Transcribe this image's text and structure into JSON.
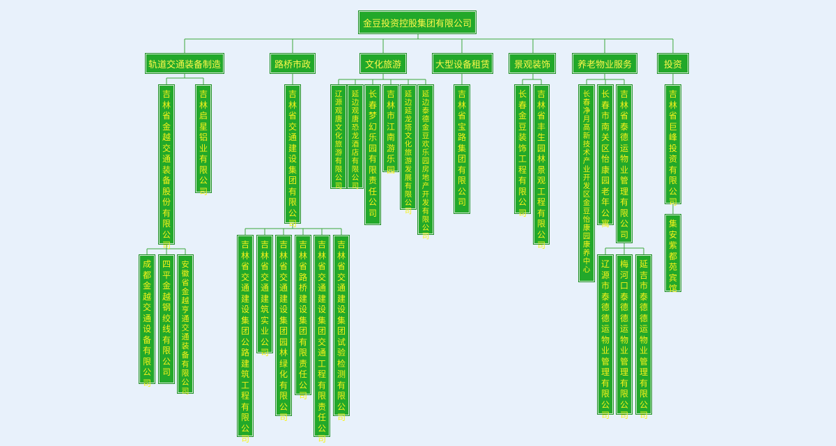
{
  "root": "金豆投资控股集团有限公司",
  "divisions": {
    "rail": "轨道交通装备制造",
    "bridge": "路桥市政",
    "tourism": "文化旅游",
    "equipment": "大型设备租赁",
    "landscape": "景观装饰",
    "elderly": "养老物业服务",
    "invest": "投资"
  },
  "companies": {
    "rail_jinyue": "吉林省金越交通装备股份有限公司",
    "rail_qixing": "吉林启星铝业有限公司",
    "rail_chengdu": "成都金越交通设备有限公司",
    "rail_siping": "四平金越钢绞线有限公司",
    "rail_anhui": "安徽省金越亨通交通装备有限公司",
    "bridge_group": "吉林省交通建设集团有限公司",
    "bridge_road": "吉林省交通建设集团公路建筑工程有限公司",
    "bridge_build": "吉林省交通建筑实业公司",
    "bridge_garden": "吉林省交通建设集团园林绿化有限公司",
    "bridge_lq": "吉林省路桥建设集团有限责任公司",
    "bridge_traffic": "吉林省交通建设集团交通工程有限责任公司",
    "bridge_test": "吉林省交通建设集团试验检测有限公司",
    "tour_liaoyuan": "辽源观唐文化旅游有限公司",
    "tour_yanbian_dragon": "延边观唐恐龙酒店有限公司",
    "tour_changchun": "长春梦幻乐园有限责任公司",
    "tour_jiangnan": "吉林市江南游乐园",
    "tour_yanlong": "延边延龙塔文化旅游发展有限公司",
    "tour_yanbian_tai": "延边泰德金豆欢乐园房地产开发有限公司",
    "equip_baolu": "吉林省宝路集团有限公司",
    "land_jindou": "长春金豆装饰工程有限公司",
    "land_fengsheng": "吉林省丰生园林景观工程有限公司",
    "eld_center": "长春净月高新技术产业开发区金豆怡康园康养中心",
    "eld_nanguan": "长春市南关区怡康园老年公寓",
    "eld_taide": "吉林省泰德运物业管理有限公司",
    "eld_liaoyuan": "辽源市泰德德运物业管理有限公司",
    "eld_meihekou": "梅河口泰德德运物业管理有限公司",
    "eld_yanji": "延吉市泰德德运物业管理有限公司",
    "inv_jufeng": "吉林省巨峰投资有限公司",
    "inv_hotel": "集安紫都苑宾馆"
  },
  "colors": {
    "box": "#22a82a",
    "text": "#f7f21a",
    "line": "#3aa83a",
    "background": "#e8f1fb"
  }
}
